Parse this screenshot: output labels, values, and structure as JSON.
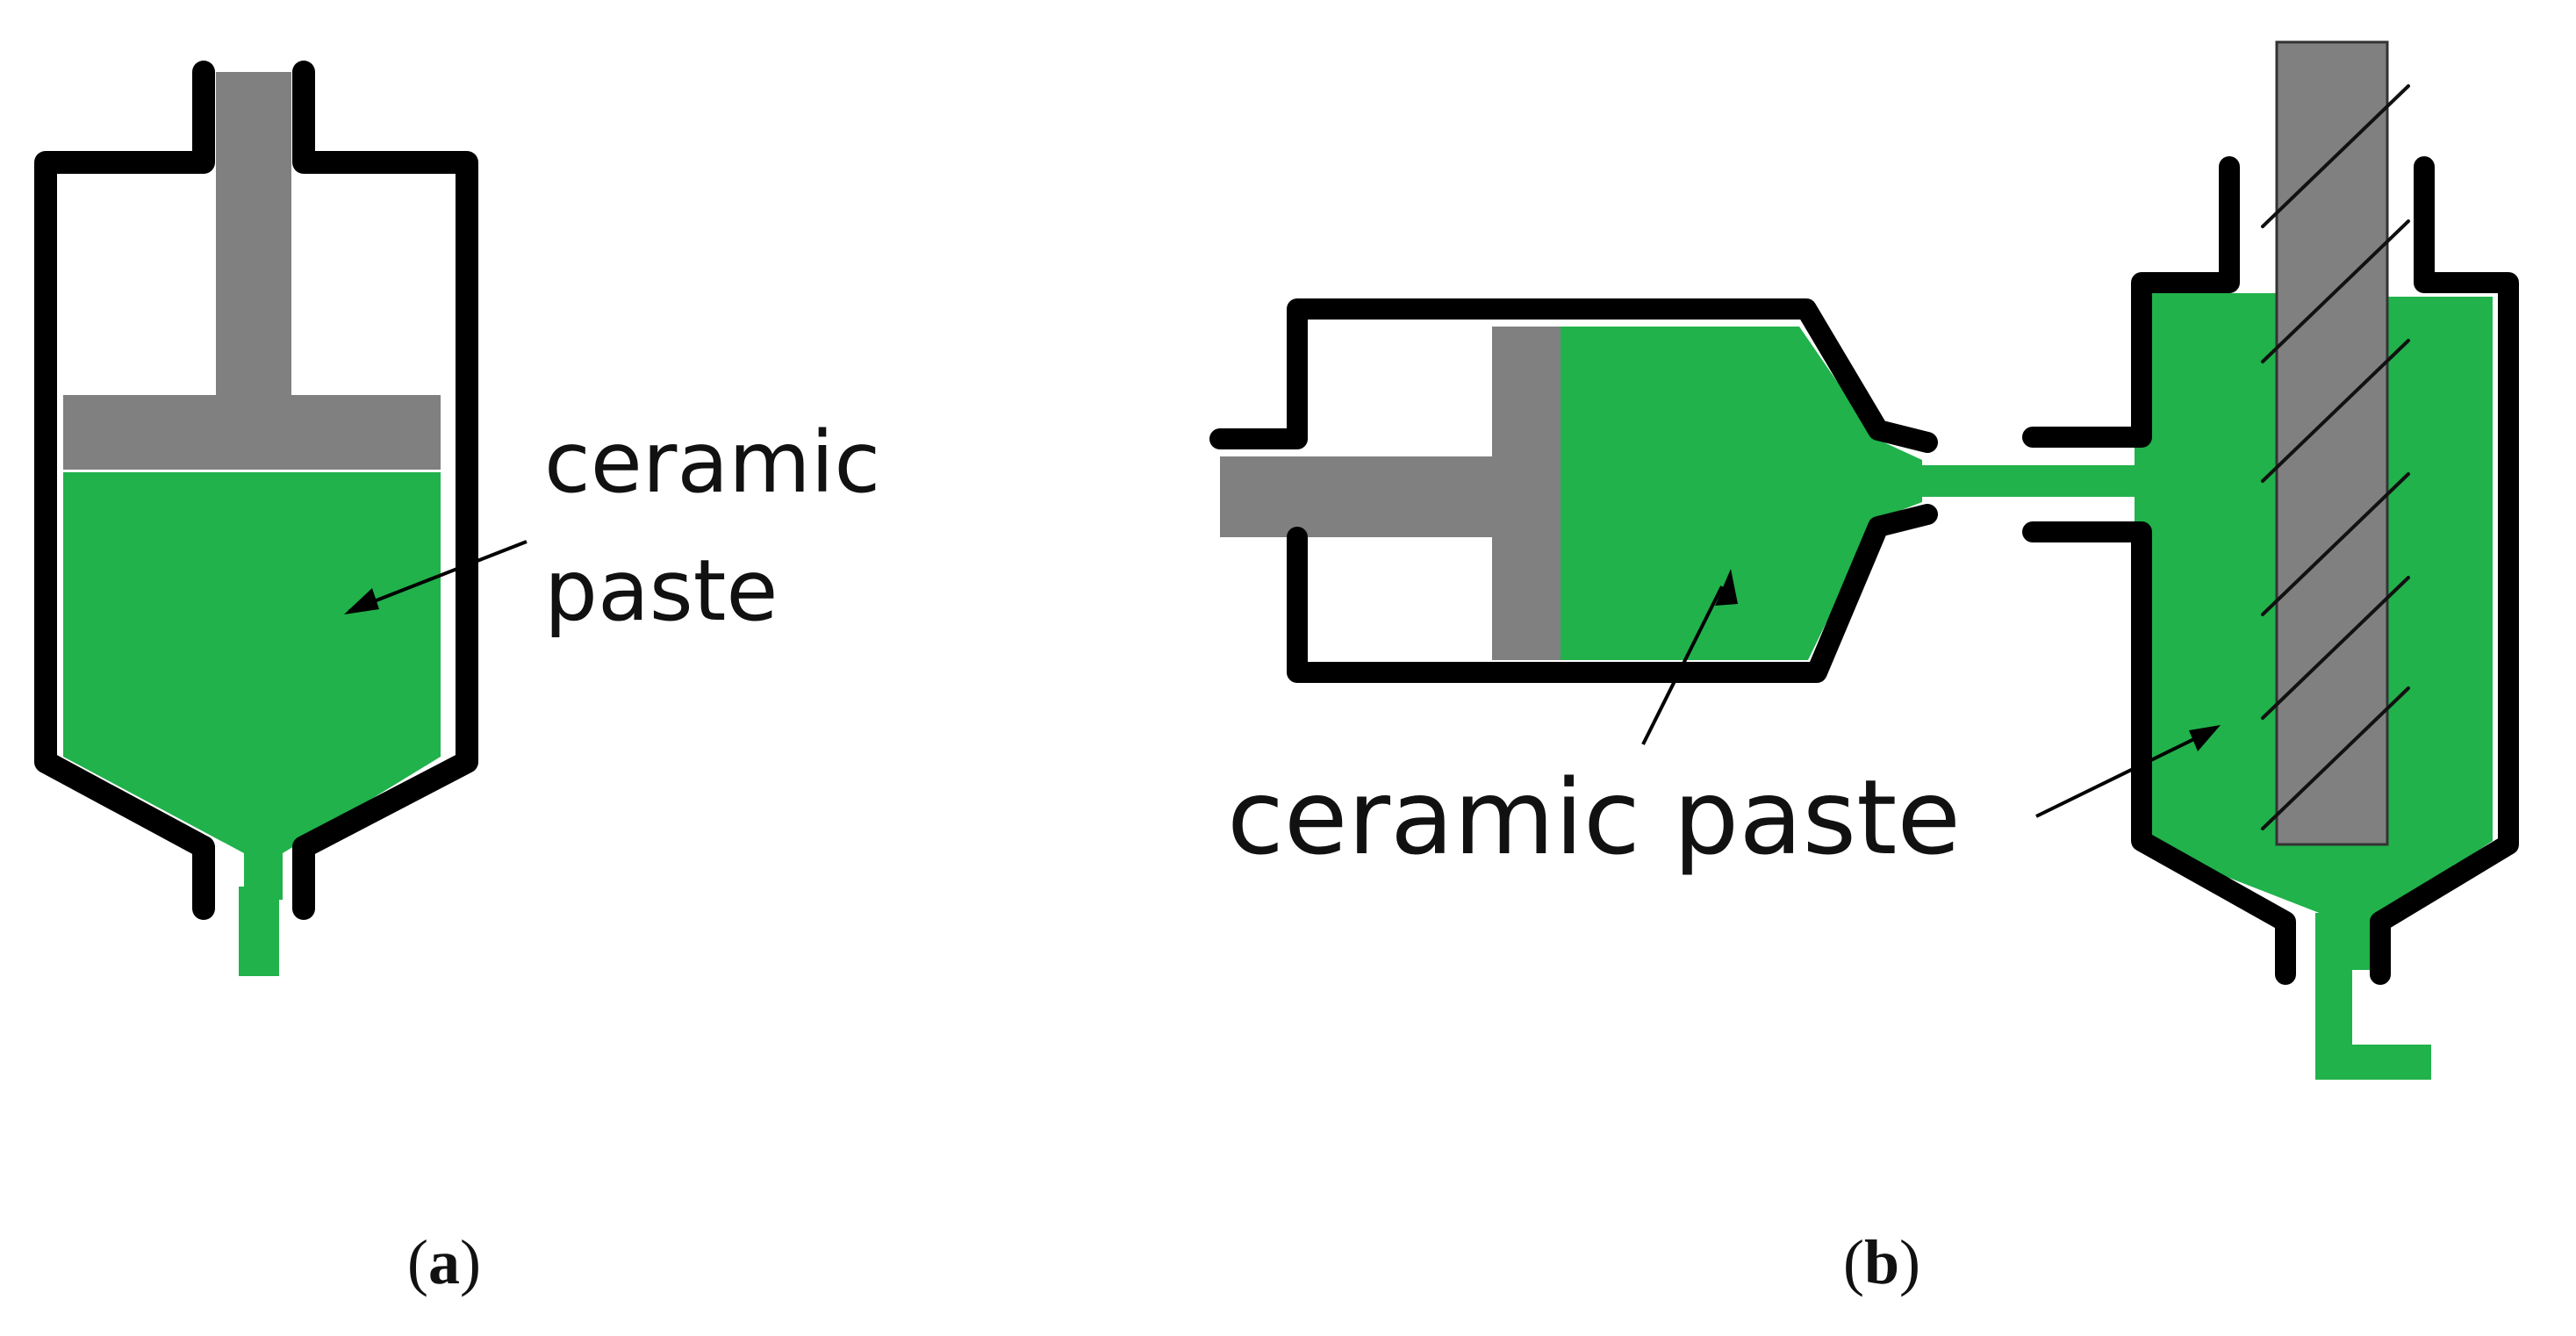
{
  "panel_a": {
    "label_line1": "ceramic",
    "label_line2": "paste",
    "caption_open": "(",
    "caption_letter": "a",
    "caption_close": ")"
  },
  "panel_b": {
    "label": "ceramic paste",
    "caption_open": "(",
    "caption_letter": "b",
    "caption_close": ")"
  },
  "colors": {
    "paste": "#21b24b",
    "piston": "#808080",
    "outline": "#000000"
  }
}
